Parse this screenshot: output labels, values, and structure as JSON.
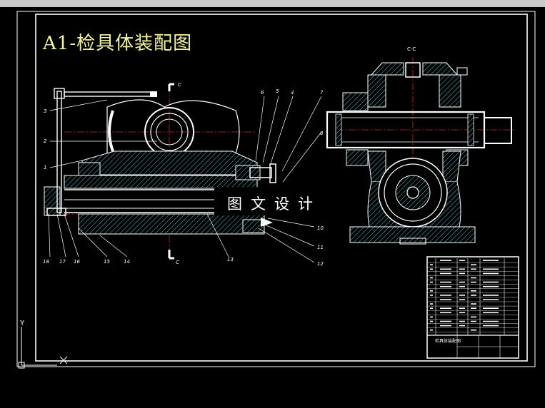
{
  "title": "A1-检具体装配图",
  "watermark": "图文设计",
  "section_label": "C-C",
  "cut_labels": {
    "top": "C",
    "bottom": "C"
  },
  "part_numbers_left": [
    "3",
    "2",
    "1",
    "18",
    "17",
    "16",
    "15",
    "14"
  ],
  "part_numbers_top": [
    "6",
    "5",
    "4",
    "7",
    "8"
  ],
  "part_numbers_right": [
    "10",
    "11",
    "12",
    "13"
  ],
  "title_block": {
    "drawing_name": "检具体装配图"
  },
  "ucs_icon": {
    "axis_label": "Y"
  },
  "colors": {
    "background": "#000000",
    "lines": "#ffffff",
    "centerline": "#ff2020",
    "hatch": "#5fd3e0",
    "title": "#f3f39a",
    "frame": "#ffffff"
  }
}
